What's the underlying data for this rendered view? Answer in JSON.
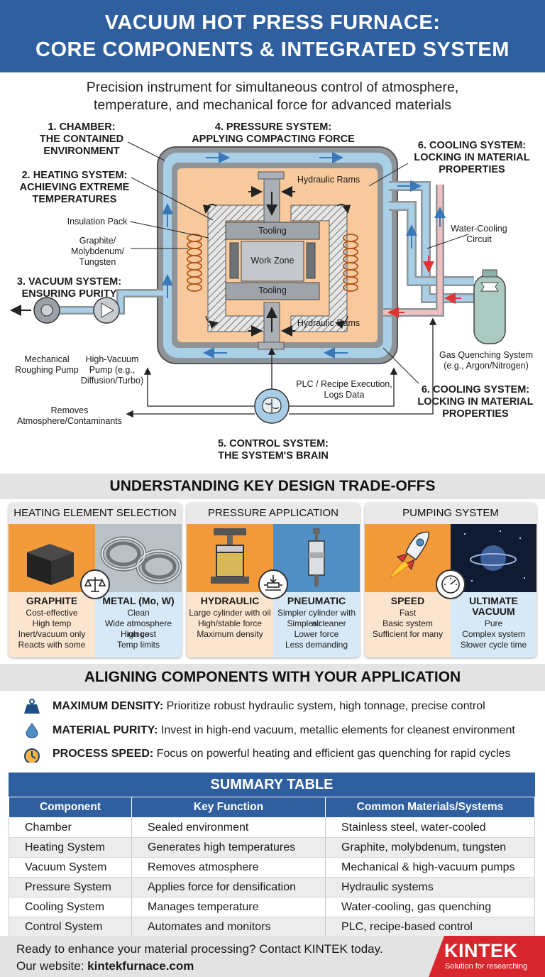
{
  "header": {
    "line1": "VACUUM HOT PRESS FURNACE:",
    "line2": "CORE COMPONENTS & INTEGRATED SYSTEM"
  },
  "subtitle": {
    "line1": "Precision instrument for simultaneous control of atmosphere,",
    "line2": "temperature, and mechanical force for advanced materials"
  },
  "diagram": {
    "chamber": {
      "l1": "1. CHAMBER:",
      "l2": "THE CONTAINED",
      "l3": "ENVIRONMENT"
    },
    "heating": {
      "l1": "2. HEATING SYSTEM:",
      "l2": "ACHIEVING EXTREME",
      "l3": "TEMPERATURES"
    },
    "vacuum": {
      "l1": "3. VACUUM SYSTEM:",
      "l2": "ENSURING PURITY"
    },
    "pressure": {
      "l1": "4. PRESSURE SYSTEM:",
      "l2": "APPLYING COMPACTING FORCE"
    },
    "control": {
      "l1": "5. CONTROL SYSTEM:",
      "l2": "THE SYSTEM'S BRAIN"
    },
    "cooling_top": {
      "l1": "6. COOLING SYSTEM:",
      "l2": "LOCKING IN MATERIAL",
      "l3": "PROPERTIES"
    },
    "cooling_bottom": {
      "l1": "6. COOLING SYSTEM:",
      "l2": "LOCKING IN MATERIAL",
      "l3": "PROPERTIES"
    },
    "insulation": "Insulation Pack",
    "elements": {
      "l1": "Graphite/",
      "l2": "Molybdenum/",
      "l3": "Tungsten"
    },
    "rams_top": "Hydraulic Rams",
    "rams_bottom": "Hydraulic Rams",
    "tooling_top": "Tooling",
    "tooling_bottom": "Tooling",
    "work_zone": "Work Zone",
    "water_cooling": {
      "l1": "Water-Cooling",
      "l2": "Circuit"
    },
    "gas_quench": {
      "l1": "Gas Quenching System",
      "l2": "(e.g., Argon/Nitrogen)"
    },
    "rough_pump": {
      "l1": "Mechanical",
      "l2": "Roughing Pump"
    },
    "hv_pump": {
      "l1": "High-Vacuum",
      "l2": "Pump (e.g.,",
      "l3": "Diffusion/Turbo)"
    },
    "removes": {
      "l1": "Removes",
      "l2": "Atmosphere/Contaminants"
    },
    "plc": {
      "l1": "PLC / Recipe Execution,",
      "l2": "Logs Data"
    }
  },
  "tradeoffs": {
    "title": "UNDERSTANDING KEY DESIGN TRADE-OFFS",
    "cards": [
      {
        "title": "HEATING ELEMENT SELECTION",
        "left": {
          "name": "GRAPHITE",
          "lines": [
            "Cost-effective",
            "High temp",
            "Inert/vacuum only",
            "Reacts with some"
          ]
        },
        "right": {
          "name": "METAL (Mo, W)",
          "lines": [
            "Clean",
            "Wide atmosphere range",
            "High cost",
            "Temp limits"
          ]
        }
      },
      {
        "title": "PRESSURE APPLICATION",
        "left": {
          "name": "HYDRAULIC",
          "lines": [
            "Large cylinder with oil",
            "High/stable force",
            "Maximum density"
          ]
        },
        "right": {
          "name": "PNEUMATIC",
          "lines": [
            "Simpler cylinder with air",
            "Simpler/cleaner",
            "Lower force",
            "Less demanding"
          ]
        }
      },
      {
        "title": "PUMPING SYSTEM",
        "left": {
          "name": "SPEED",
          "lines": [
            "Fast",
            "Basic system",
            "Sufficient for many"
          ]
        },
        "right": {
          "name": "ULTIMATE",
          "name2": "VACUUM",
          "lines": [
            "Pure",
            "Complex system",
            "Slower cycle time"
          ]
        }
      }
    ]
  },
  "aligning": {
    "title": "ALIGNING COMPONENTS WITH YOUR APPLICATION",
    "items": [
      {
        "label": "MAXIMUM DENSITY:",
        "text": " Prioritize robust hydraulic system, high tonnage, precise control",
        "icon": "weight-icon"
      },
      {
        "label": "MATERIAL PURITY:",
        "text": " Invest in high-end vacuum, metallic elements for cleanest environment",
        "icon": "droplet-icon"
      },
      {
        "label": "PROCESS SPEED:",
        "text": " Focus on powerful heating and efficient gas quenching for rapid cycles",
        "icon": "stopwatch-icon"
      }
    ]
  },
  "summary": {
    "title": "SUMMARY TABLE",
    "headers": [
      "Component",
      "Key Function",
      "Common Materials/Systems"
    ],
    "rows": [
      [
        "Chamber",
        "Sealed environment",
        "Stainless steel, water-cooled"
      ],
      [
        "Heating System",
        "Generates high temperatures",
        "Graphite, molybdenum, tungsten"
      ],
      [
        "Vacuum System",
        "Removes atmosphere",
        "Mechanical & high-vacuum pumps"
      ],
      [
        "Pressure System",
        "Applies force for densification",
        "Hydraulic systems"
      ],
      [
        "Cooling System",
        "Manages temperature",
        "Water-cooling, gas quenching"
      ],
      [
        "Control System",
        "Automates and monitors",
        "PLC, recipe-based control"
      ]
    ]
  },
  "footer": {
    "line1": "Ready to enhance your material processing? Contact KINTEK today.",
    "line2_prefix": "Our website: ",
    "line2_site": "kintekfurnace.com",
    "brand": "KINTEK",
    "brand_sub": "Solution for researching"
  },
  "colors": {
    "primary": "#2f5f9f",
    "accent": "#d7262d",
    "chamber_fill": "#f8c99c",
    "water": "#a9cfe6",
    "orange": "#f29a3a",
    "blue": "#4f8fc3"
  }
}
